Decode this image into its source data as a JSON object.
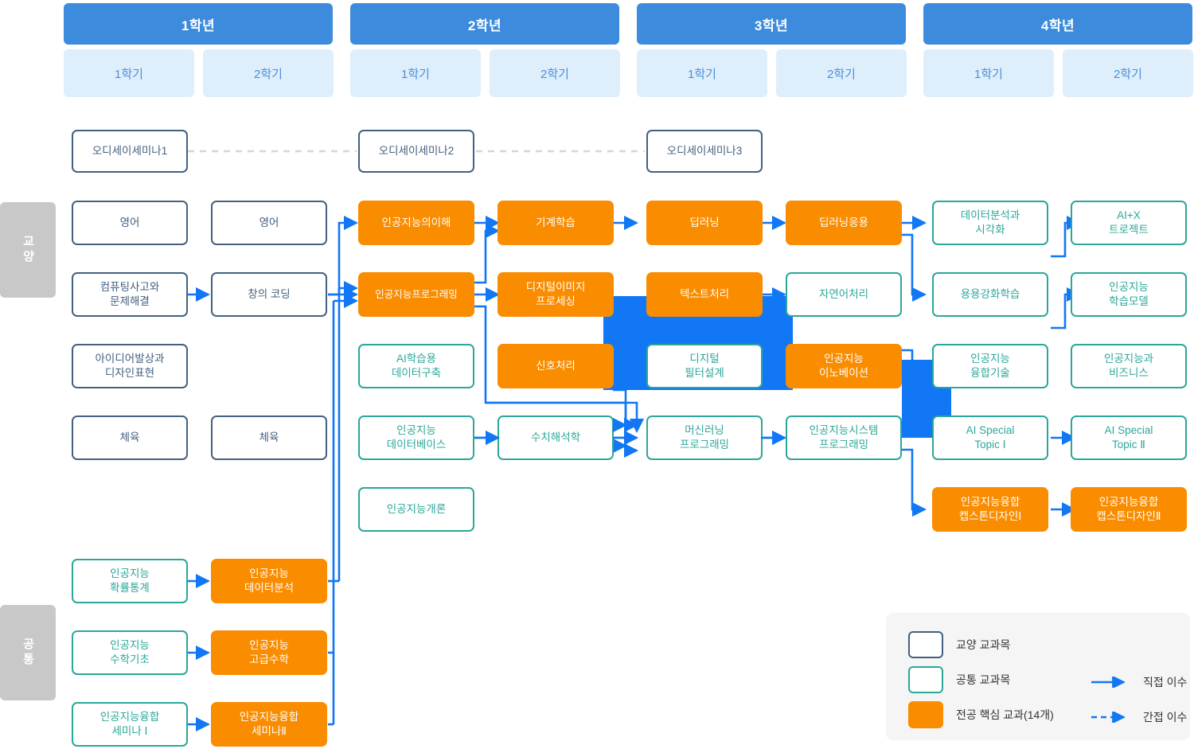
{
  "header": {
    "years": [
      {
        "label": "1학년",
        "semesters": [
          "1학기",
          "2학기"
        ]
      },
      {
        "label": "2학년",
        "semesters": [
          "1학기",
          "2학기"
        ]
      },
      {
        "label": "3학년",
        "semesters": [
          "1학기",
          "2학기"
        ]
      },
      {
        "label": "4학년",
        "semesters": [
          "1학기",
          "2학기"
        ]
      }
    ]
  },
  "categories": [
    {
      "label": "교양"
    },
    {
      "label": "공통"
    }
  ],
  "seminars": [
    {
      "label": "오디세이세미나1"
    },
    {
      "label": "오디세이세미나2"
    },
    {
      "label": "오디세이세미나3"
    }
  ],
  "courses": {
    "y1s1": [
      {
        "label": "영어",
        "type": "gen"
      },
      {
        "label": "컴퓨팅사고와\n문제해결",
        "type": "gen"
      },
      {
        "label": "아이디어발상과\n디자인표현",
        "type": "gen"
      },
      {
        "label": "체육",
        "type": "gen"
      },
      {
        "label": "인공지능\n확률통계",
        "type": "com"
      },
      {
        "label": "인공지능\n수학기초",
        "type": "com"
      },
      {
        "label": "인공지능융합\n세미나 Ⅰ",
        "type": "com"
      }
    ],
    "y1s2": [
      {
        "label": "영어",
        "type": "gen"
      },
      {
        "label": "창의 코딩",
        "type": "gen"
      },
      {
        "label": "체육",
        "type": "gen"
      },
      {
        "label": "인공지능\n데이터분석",
        "type": "maj"
      },
      {
        "label": "인공지능\n고급수학",
        "type": "maj"
      },
      {
        "label": "인공지능융합\n세미나Ⅱ",
        "type": "maj"
      }
    ],
    "y2s1": [
      {
        "label": "인공지능의이해",
        "type": "maj"
      },
      {
        "label": "인공지능프로그래밍",
        "type": "maj"
      },
      {
        "label": "AI학습용\n데이터구축",
        "type": "com"
      },
      {
        "label": "인공지능\n데이터베이스",
        "type": "com"
      },
      {
        "label": "인공지능개론",
        "type": "com"
      }
    ],
    "y2s2": [
      {
        "label": "기계학습",
        "type": "maj"
      },
      {
        "label": "디지털이미지\n프로세싱",
        "type": "maj"
      },
      {
        "label": "신호처리",
        "type": "maj"
      },
      {
        "label": "수치해석학",
        "type": "com"
      }
    ],
    "y3s1": [
      {
        "label": "딥러닝",
        "type": "maj"
      },
      {
        "label": "텍스트처리",
        "type": "maj"
      },
      {
        "label": "디지털\n필터설계",
        "type": "com"
      },
      {
        "label": "머신러닝\n프로그래밍",
        "type": "com"
      }
    ],
    "y3s2": [
      {
        "label": "딥러닝응용",
        "type": "maj"
      },
      {
        "label": "자연어처리",
        "type": "com"
      },
      {
        "label": "인공지능\n이노베이션",
        "type": "maj"
      },
      {
        "label": "인공지능시스템\n프로그래밍",
        "type": "com"
      }
    ],
    "y4s1": [
      {
        "label": "데이터분석과\n시각화",
        "type": "com"
      },
      {
        "label": "용용강화학습",
        "type": "com"
      },
      {
        "label": "인공지능\n융합기술",
        "type": "com"
      },
      {
        "label": "AI Special\nTopic Ⅰ",
        "type": "com"
      },
      {
        "label": "인공지능융합\n캡스톤디자인Ⅰ",
        "type": "maj"
      }
    ],
    "y4s2": [
      {
        "label": "AI+X\n트로젝트",
        "type": "com"
      },
      {
        "label": "인공지능\n학습모델",
        "type": "com"
      },
      {
        "label": "인공지능과\n비즈니스",
        "type": "com"
      },
      {
        "label": "AI Special\nTopic Ⅱ",
        "type": "com"
      },
      {
        "label": "인공지능융합\n캡스톤디자인Ⅱ",
        "type": "maj"
      }
    ]
  },
  "legend": {
    "items": [
      {
        "label": "교양 교과목",
        "type": "gen"
      },
      {
        "label": "공통 교과목",
        "type": "com"
      },
      {
        "label": "전공 핵심 교과(14개)",
        "type": "maj"
      }
    ],
    "lines": [
      {
        "label": "직접 이수",
        "style": "solid"
      },
      {
        "label": "간접 이수",
        "style": "dashed"
      }
    ]
  },
  "colors": {
    "year_header": "#3d8bdc",
    "semester_header": "#dfeefb",
    "general": "#44607f",
    "common": "#2ba79a",
    "major": "#fa8c00",
    "arrow": "#1177f5",
    "dashed": "#d6d6d6",
    "category_tab": "#c8c8c8",
    "legend_bg": "#f5f5f5"
  }
}
